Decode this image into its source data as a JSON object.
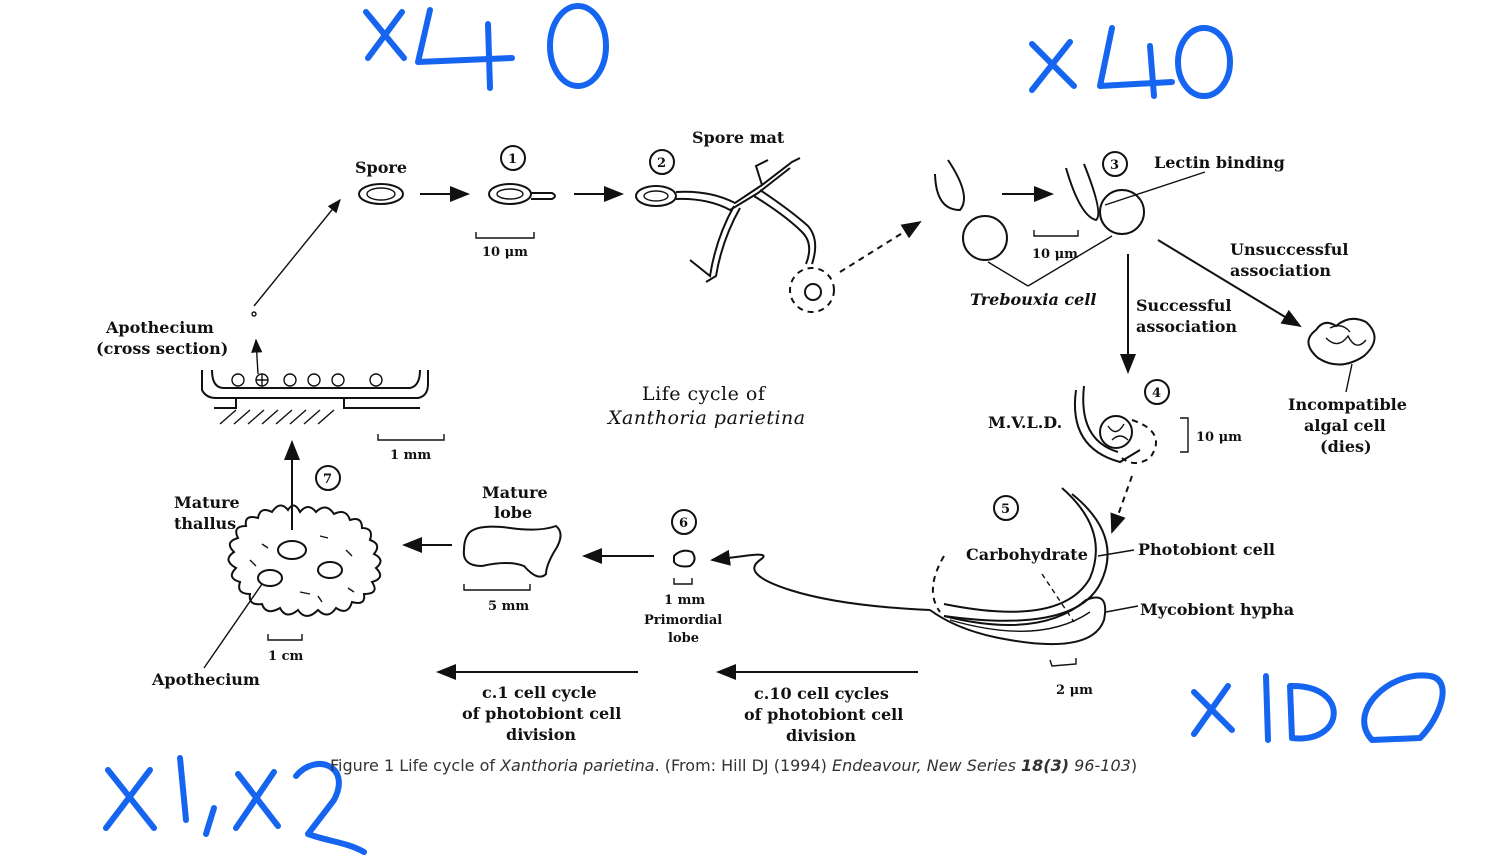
{
  "diagram": {
    "title_line1": "Life cycle of",
    "title_line2": "Xanthoria parietina",
    "labels": {
      "spore": "Spore",
      "spore_mat": "Spore mat",
      "scale_10um_a": "10 μm",
      "scale_10um_b": "10 μm",
      "scale_10um_c": "10 μm",
      "lectin_binding": "Lectin binding",
      "trebouxia_cell": "Trebouxia cell",
      "unsuccessful_1": "Unsuccessful",
      "unsuccessful_2": "association",
      "successful_1": "Successful",
      "successful_2": "association",
      "incompatible_1": "Incompatible",
      "incompatible_2": "algal cell",
      "incompatible_3": "(dies)",
      "mvld": "M.V.L.D.",
      "carbohydrate": "Carbohydrate",
      "photobiont_cell": "Photobiont cell",
      "mycobiont_hypha": "Mycobiont hypha",
      "scale_2um": "2 μm",
      "apothecium_1": "Apothecium",
      "apothecium_2": "(cross section)",
      "scale_1mm_a": "1 mm",
      "mature_thallus_1": "Mature",
      "mature_thallus_2": "thallus",
      "mature_lobe_1": "Mature",
      "mature_lobe_2": "lobe",
      "scale_5mm": "5 mm",
      "scale_1mm_b": "1 mm",
      "primordial_1": "Primordial",
      "primordial_2": "lobe",
      "scale_1cm": "1 cm",
      "apothecium_bottom": "Apothecium",
      "c1_1": "c.1 cell cycle",
      "c1_2": "of photobiont cell",
      "c1_3": "division",
      "c10_1": "c.10 cell cycles",
      "c10_2": "of photobiont cell",
      "c10_3": "division"
    },
    "steps": [
      "1",
      "2",
      "3",
      "4",
      "5",
      "6",
      "7"
    ]
  },
  "handwritten": {
    "top_left": "x40",
    "top_right": "x40",
    "bottom_right": "x100",
    "bottom_left": "x1,x2",
    "color": "#1565f0"
  },
  "caption": {
    "prefix": "Figure 1 Life cycle of ",
    "species": "Xanthoria parietina",
    "mid": ". (From: Hill DJ (1994) ",
    "journal": "Endeavour, New Series",
    "volume": "18(3)",
    "pages": " 96-103",
    "suffix": ")"
  }
}
